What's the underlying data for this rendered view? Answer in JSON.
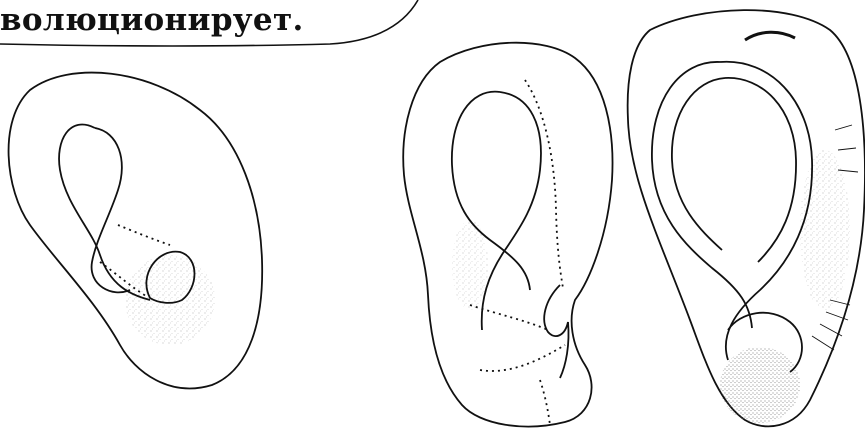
{
  "speech_bubble": {
    "text": "волюционирует."
  },
  "drawings": [
    {
      "icon": "klein-bottle-drawing"
    },
    {
      "icon": "klein-bottle-drawing"
    },
    {
      "icon": "klein-bottle-drawing"
    }
  ],
  "colors": {
    "ink": "#111111",
    "background": "#ffffff"
  }
}
